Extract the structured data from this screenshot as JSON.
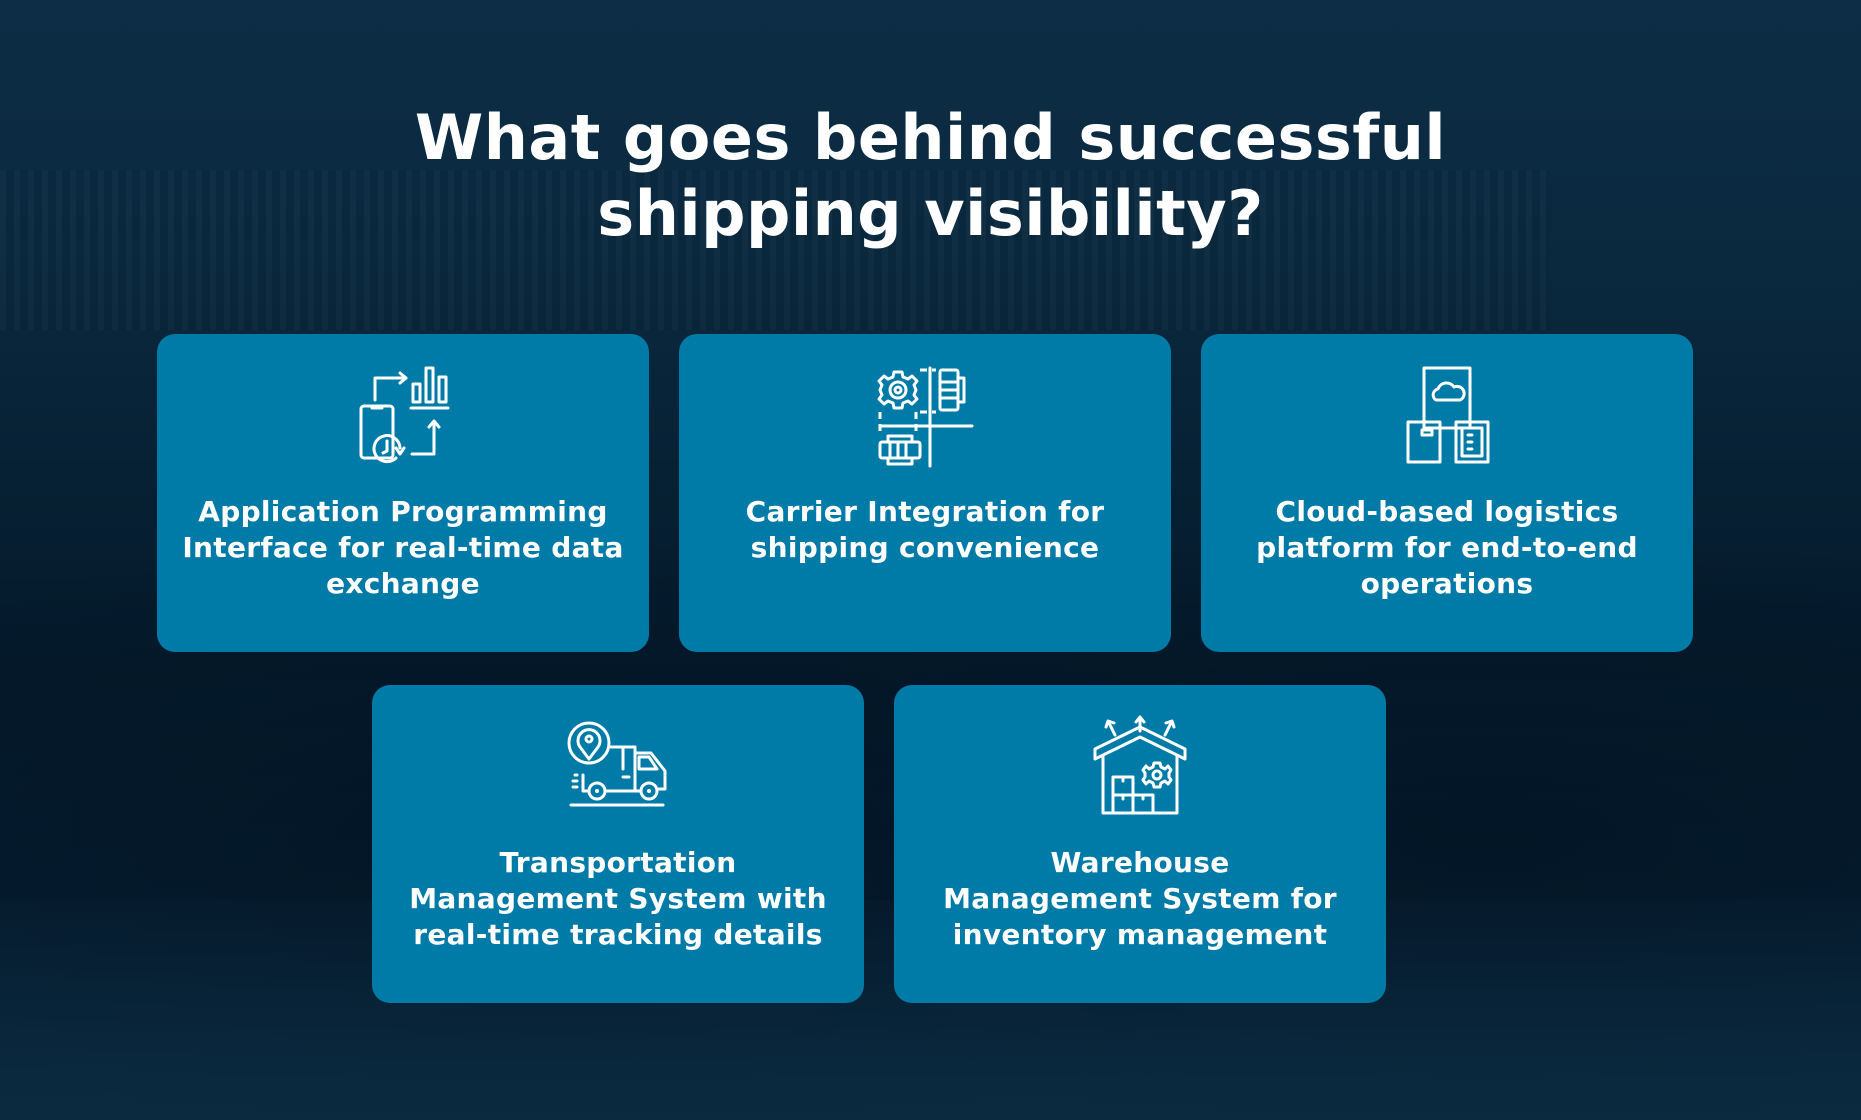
{
  "page": {
    "title": "What goes behind successful\nshipping visibility?",
    "colors": {
      "background": "#0b2a40",
      "card": "#007aa6",
      "text": "#ffffff"
    }
  },
  "cards": [
    {
      "icon": "api-data-exchange-icon",
      "label": "Application Programming\nInterface for real-time data\nexchange"
    },
    {
      "icon": "carrier-integration-gears-icon",
      "label": "Carrier Integration for\nshipping convenience"
    },
    {
      "icon": "cloud-logistics-boxes-icon",
      "label": "Cloud-based logistics\nplatform for end-to-end\noperations"
    },
    {
      "icon": "delivery-truck-location-icon",
      "label": "Transportation\nManagement System with\nreal-time tracking details"
    },
    {
      "icon": "warehouse-inventory-icon",
      "label": "Warehouse\nManagement System for\ninventory management"
    }
  ]
}
